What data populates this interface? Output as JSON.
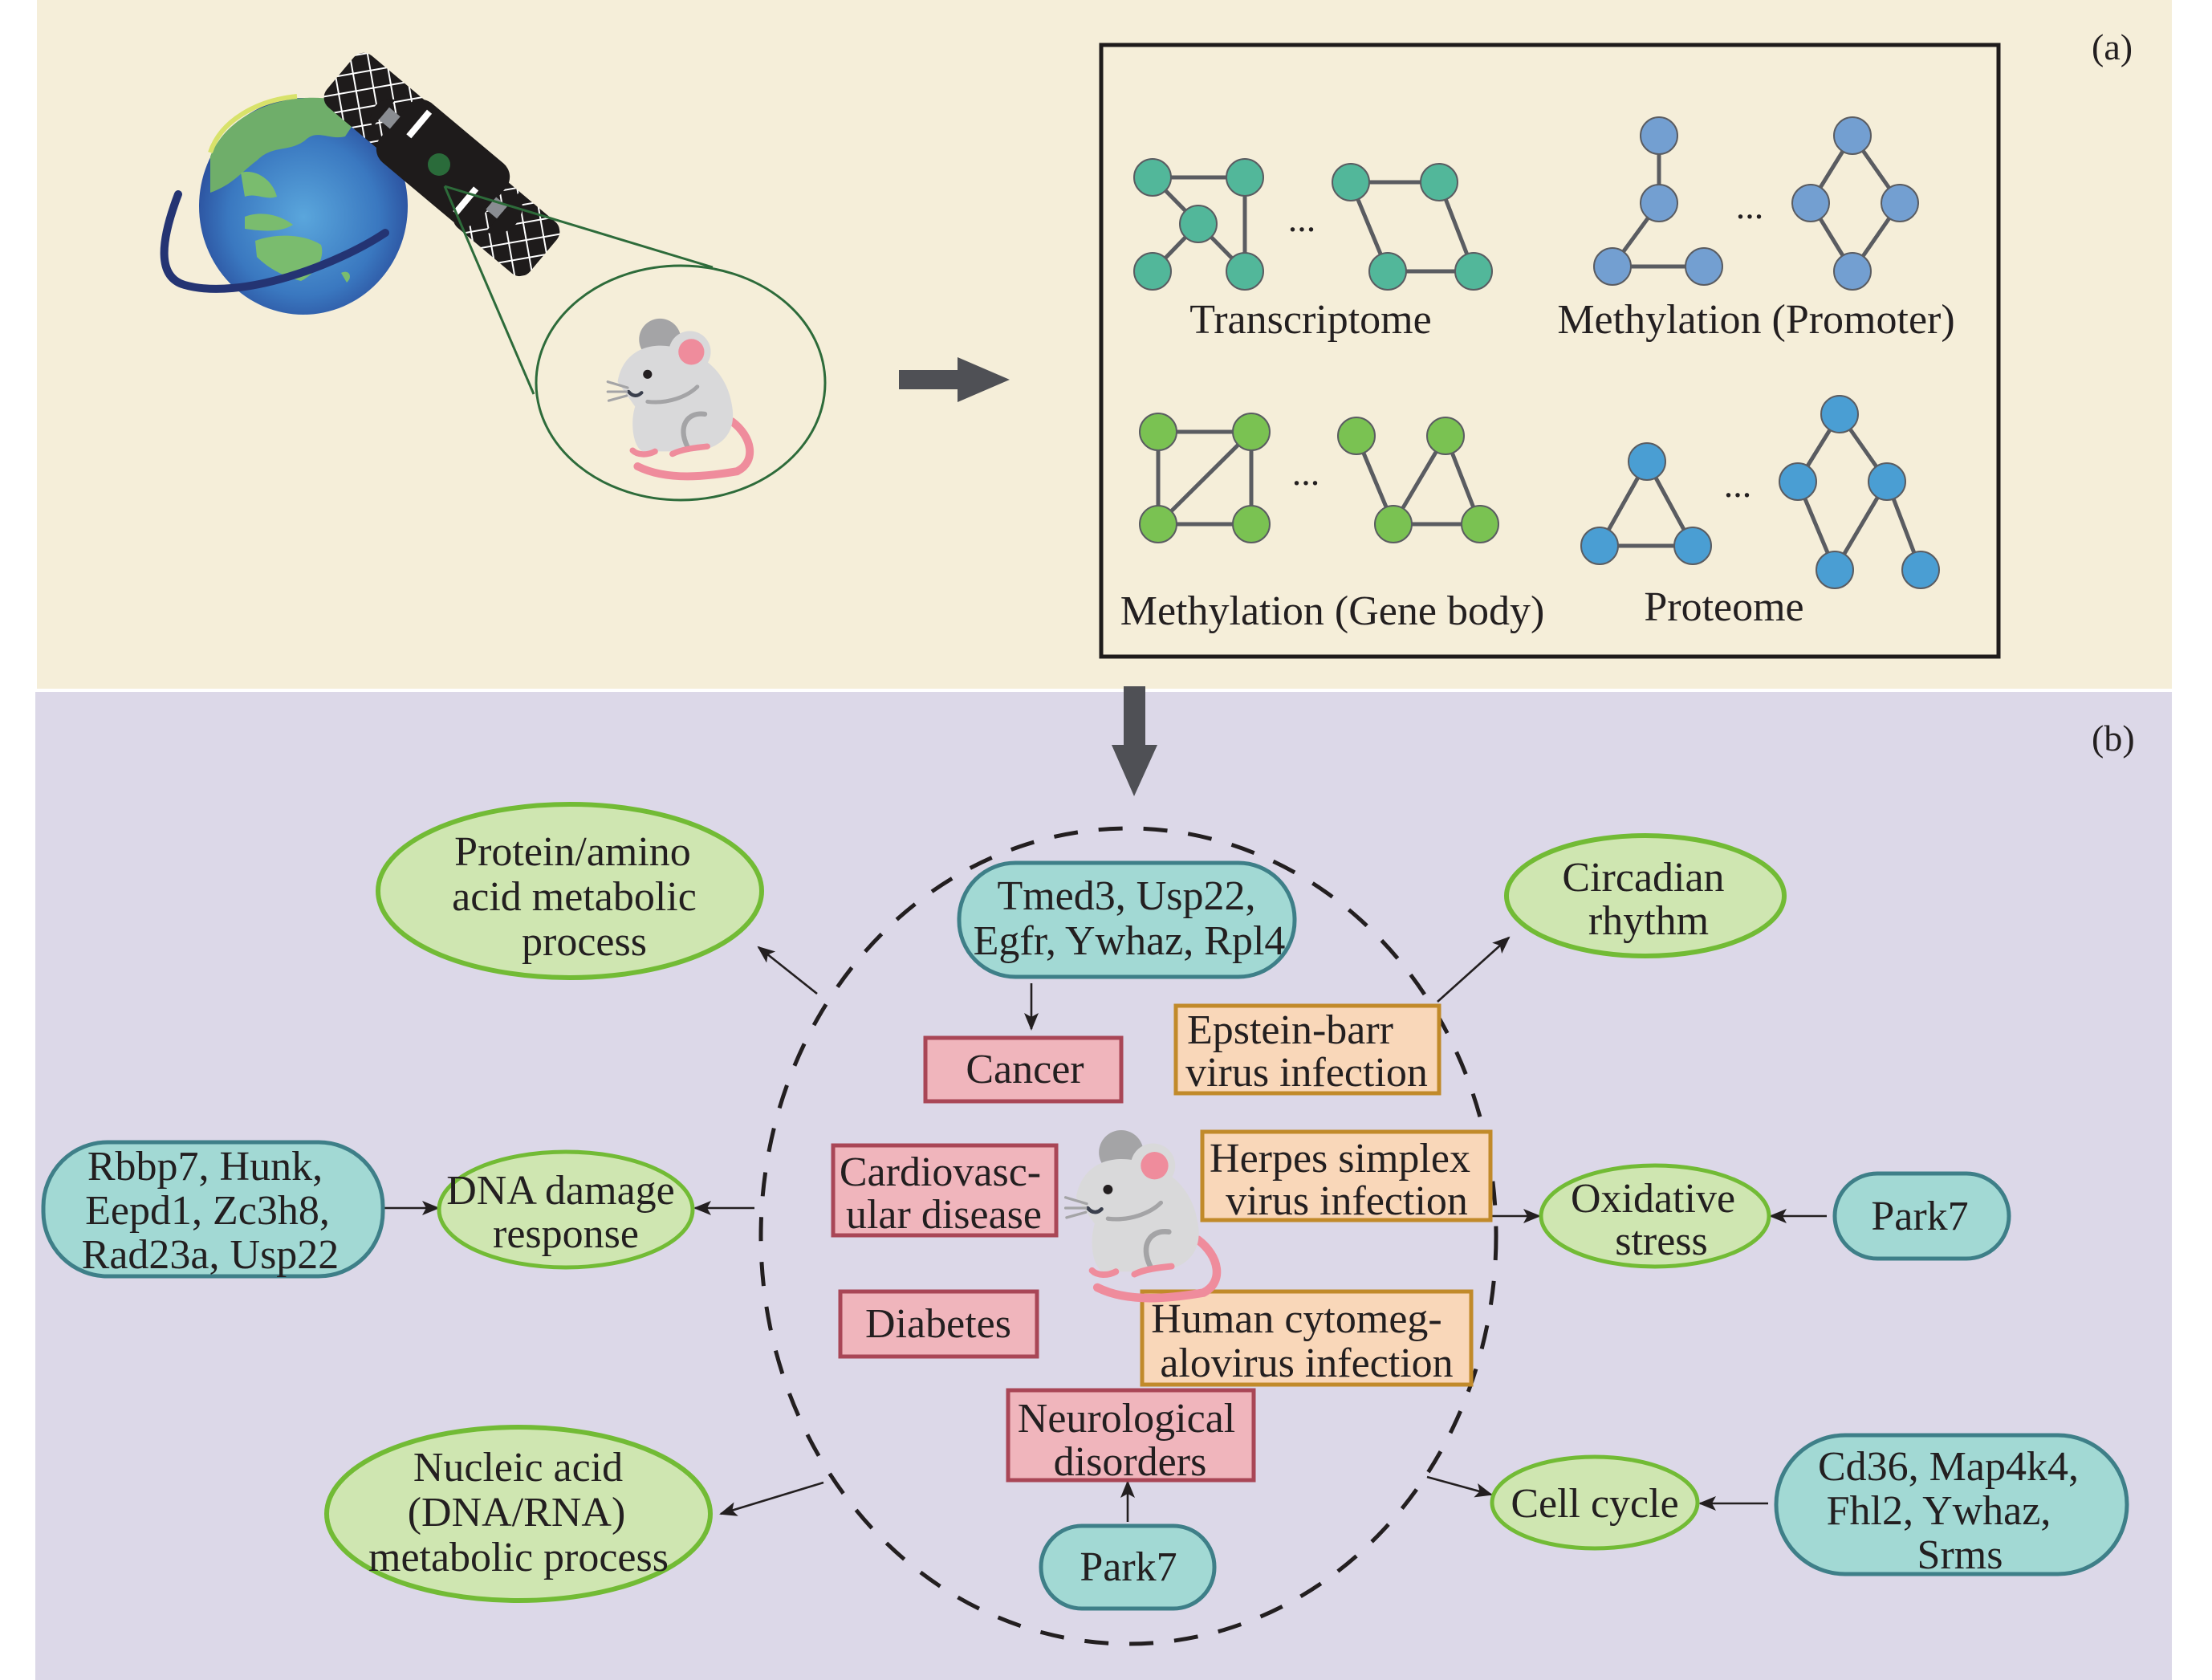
{
  "figure": {
    "panel_a": {
      "tag": "(a)",
      "illustration": {
        "globe_icon": "earth-globe",
        "satellite_icon": "satellite",
        "specimen_icon": "mouse"
      },
      "networks": [
        {
          "label": "Transcriptome",
          "color": "#52b79a"
        },
        {
          "label": "Methylation (Promoter)",
          "color": "#739fd1"
        },
        {
          "label": "Methylation (Gene body)",
          "color": "#7ac252"
        },
        {
          "label": "Proteome",
          "color": "#4a9ed3"
        }
      ],
      "ellipsis": "..."
    },
    "panel_b": {
      "tag": "(b)",
      "center": {
        "gene_sets": {
          "top": [
            "Tmed3, Usp22,",
            "Egfr, Ywhaz, Rpl4"
          ],
          "bottom": [
            "Park7"
          ]
        },
        "diseases": [
          {
            "id": "cancer",
            "lines": [
              "Cancer"
            ]
          },
          {
            "id": "cardiovascular",
            "lines": [
              "Cardiovasc-",
              "ular disease"
            ]
          },
          {
            "id": "diabetes",
            "lines": [
              "Diabetes"
            ]
          },
          {
            "id": "neurological",
            "lines": [
              "Neurological",
              "disorders"
            ]
          }
        ],
        "infections": [
          {
            "id": "epstein-barr",
            "lines": [
              "Epstein-barr",
              "virus infection"
            ]
          },
          {
            "id": "herpes-simplex",
            "lines": [
              "Herpes simplex",
              "virus infection"
            ]
          },
          {
            "id": "cytomegalovirus",
            "lines": [
              "Human cytomeg-",
              "alovirus infection"
            ]
          }
        ]
      },
      "processes": [
        {
          "id": "protein-amino",
          "lines": [
            "Protein/amino",
            "acid metabolic",
            "process"
          ]
        },
        {
          "id": "dna-damage",
          "lines": [
            "DNA damage",
            "response"
          ]
        },
        {
          "id": "nucleic-acid",
          "lines": [
            "Nucleic acid",
            "(DNA/RNA)",
            "metabolic process"
          ]
        },
        {
          "id": "circadian",
          "lines": [
            "Circadian",
            "rhythm"
          ]
        },
        {
          "id": "oxidative",
          "lines": [
            "Oxidative",
            "stress"
          ]
        },
        {
          "id": "cell-cycle",
          "lines": [
            "Cell cycle"
          ]
        }
      ],
      "outer_gene_sets": [
        {
          "id": "dna-damage-genes",
          "lines": [
            "Rbbp7, Hunk,",
            "Eepd1, Zc3h8,",
            "Rad23a, Usp22"
          ]
        },
        {
          "id": "oxidative-genes",
          "lines": [
            "Park7"
          ]
        },
        {
          "id": "cell-cycle-genes",
          "lines": [
            "Cd36, Map4k4,",
            "Fhl2, Ywhaz,",
            "Srms"
          ]
        }
      ]
    },
    "colors": {
      "panel_a_bg": "#f5eed9",
      "panel_b_bg": "#dcd8e8",
      "gene_fill": "#a2d9d4",
      "gene_border": "#3e7f88",
      "disease_fill": "#f0b5bc",
      "disease_border": "#a94656",
      "infection_fill": "#f9d7b9",
      "infection_border": "#c18a2a",
      "process_fill": "#cfe6b1",
      "process_border": "#72bb35",
      "arrow_big": "#4f5055"
    }
  }
}
